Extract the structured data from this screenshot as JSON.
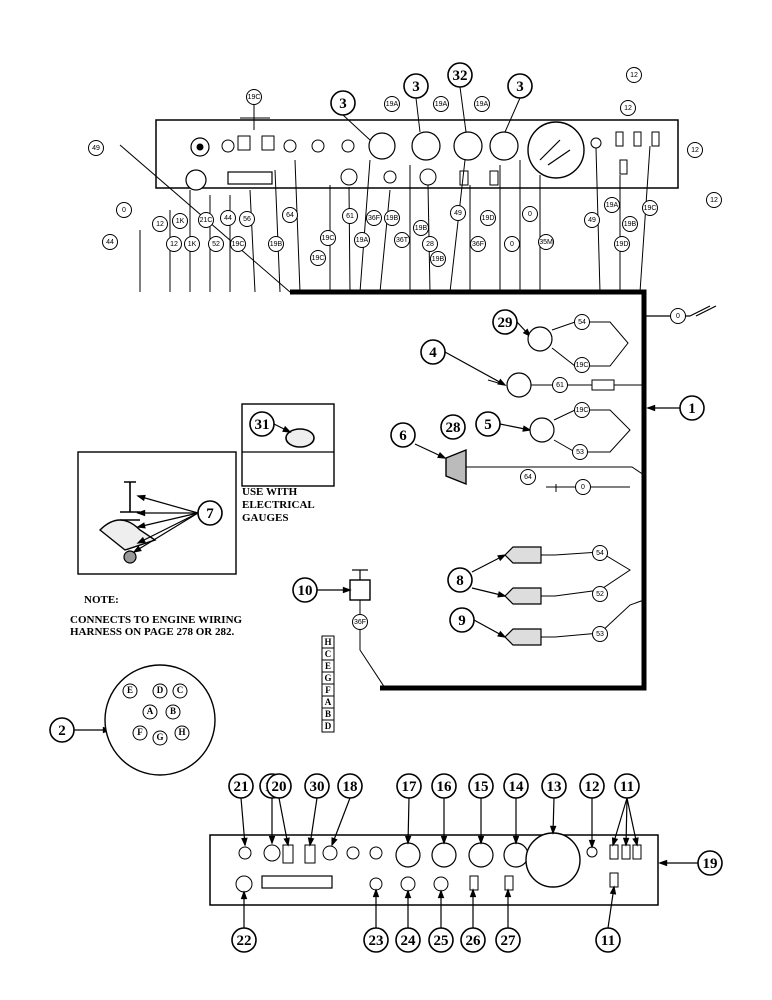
{
  "note": {
    "title": "NOTE:",
    "text": "CONNECTS TO ENGINE WIRING HARNESS ON PAGE 278 OR 282."
  },
  "gauge_box": {
    "callout": "31",
    "text": "USE WITH ELECTRICAL GAUGES"
  },
  "connector_pins": [
    "H",
    "C",
    "E",
    "G",
    "F",
    "A",
    "B",
    "D"
  ],
  "plug_pins": [
    "E",
    "D",
    "C",
    "A",
    "B",
    "F",
    "G",
    "H"
  ],
  "callouts": {
    "upper": [
      "3",
      "3",
      "32",
      "3",
      "12",
      "12",
      "29",
      "4",
      "1",
      "5",
      "6",
      "28",
      "7",
      "8",
      "9",
      "10",
      "2",
      "31"
    ],
    "lower": [
      "21",
      "12",
      "20",
      "30",
      "18",
      "17",
      "16",
      "15",
      "14",
      "13",
      "12",
      "11",
      "19",
      "22",
      "23",
      "24",
      "25",
      "26",
      "27",
      "11"
    ]
  },
  "wire_labels": {
    "panel_top": [
      "49",
      "19C",
      "19A",
      "19A",
      "19A",
      "12",
      "12",
      "12",
      "12"
    ],
    "panel_left": [
      "0",
      "44",
      "12",
      "12",
      "1K",
      "1K",
      "21C",
      "52",
      "44",
      "56",
      "19C",
      "64",
      "19B",
      "19C",
      "19C",
      "61",
      "19A",
      "36F",
      "19B",
      "36T",
      "19B",
      "28",
      "49",
      "19B",
      "19D",
      "36F",
      "0",
      "0",
      "35M",
      "49",
      "19A",
      "19B",
      "19C",
      "19D"
    ],
    "right_side": [
      "0",
      "54",
      "19C",
      "61",
      "19C",
      "53",
      "64",
      "0",
      "54",
      "52",
      "53",
      "36F"
    ]
  }
}
